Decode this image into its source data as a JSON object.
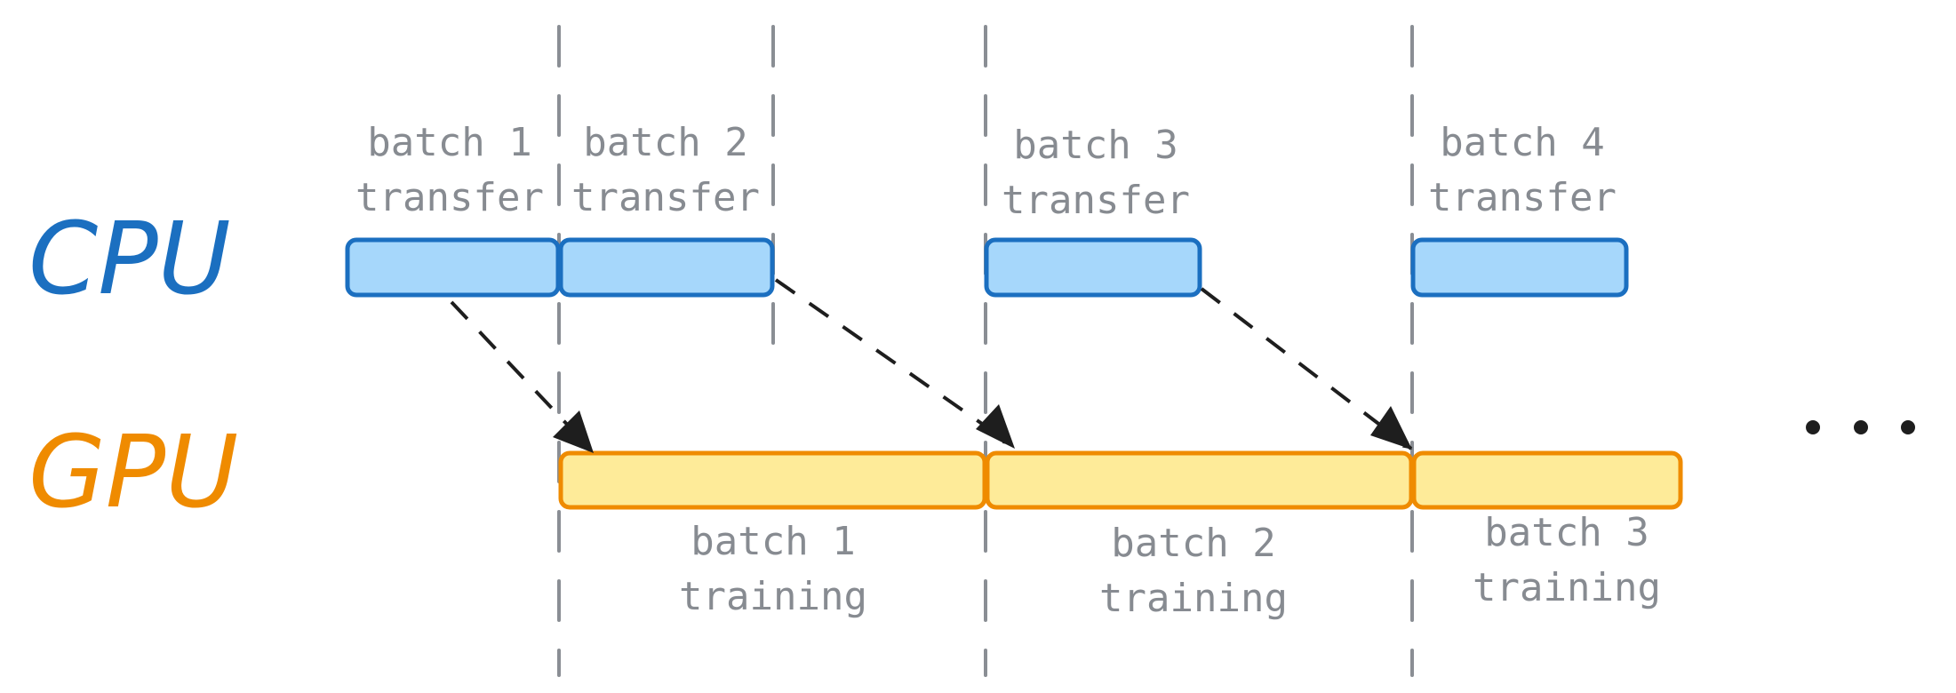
{
  "rows": {
    "cpu": {
      "label": "CPU",
      "color": "#1b6fc0",
      "fill": "#a6d7fb"
    },
    "gpu": {
      "label": "GPU",
      "color": "#ef8b00",
      "fill": "#feeb99"
    }
  },
  "cpu_tasks": [
    {
      "line1": "batch 1",
      "line2": "transfer"
    },
    {
      "line1": "batch 2",
      "line2": "transfer"
    },
    {
      "line1": "batch 3",
      "line2": "transfer"
    },
    {
      "line1": "batch 4",
      "line2": "transfer"
    }
  ],
  "gpu_tasks": [
    {
      "line1": "batch 1",
      "line2": "training"
    },
    {
      "line1": "batch 2",
      "line2": "training"
    },
    {
      "line1": "batch 3",
      "line2": "training"
    }
  ],
  "continuation": "..."
}
